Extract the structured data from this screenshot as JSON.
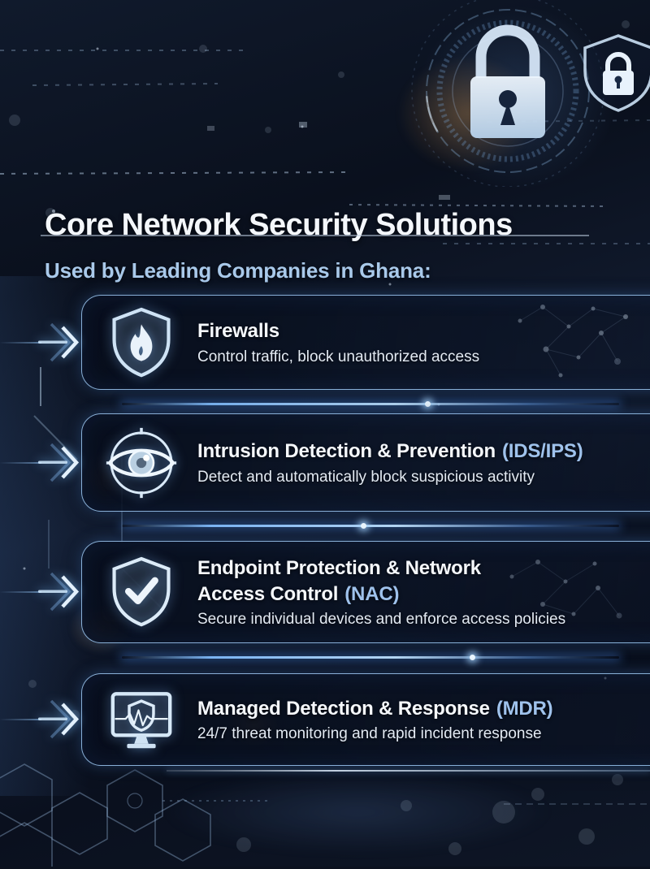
{
  "header": {
    "title": "Core Network Security Solutions",
    "subtitle": "Used by Leading Companies in Ghana:"
  },
  "hero": {
    "icons": [
      "padlock-icon",
      "shield-lock-icon"
    ]
  },
  "cards": [
    {
      "icon": "shield-flame-icon",
      "title": "Firewalls",
      "highlight": "",
      "description": "Control traffic, block unauthorized access"
    },
    {
      "icon": "eye-scan-icon",
      "title": "Intrusion Detection & Prevention",
      "highlight": "(IDS/IPS)",
      "description": "Detect and automatically block suspicious activity"
    },
    {
      "icon": "shield-check-icon",
      "title": "Endpoint Protection & Network Access Control",
      "highlight": "(NAC)",
      "description": "Secure individual devices and enforce access policies"
    },
    {
      "icon": "monitor-pulse-icon",
      "title": "Managed Detection & Response",
      "highlight": "(MDR)",
      "description": "24/7 threat monitoring and rapid incident response"
    }
  ],
  "colors": {
    "background": "#0b111e",
    "title_text": "#f4f7fb",
    "subtitle_text": "#a9c9ea",
    "highlight_text": "#9fc2ec",
    "card_border": "#9fcdf8",
    "beam_glow": "#8ecbff",
    "amber_glow": "#dd943d"
  }
}
